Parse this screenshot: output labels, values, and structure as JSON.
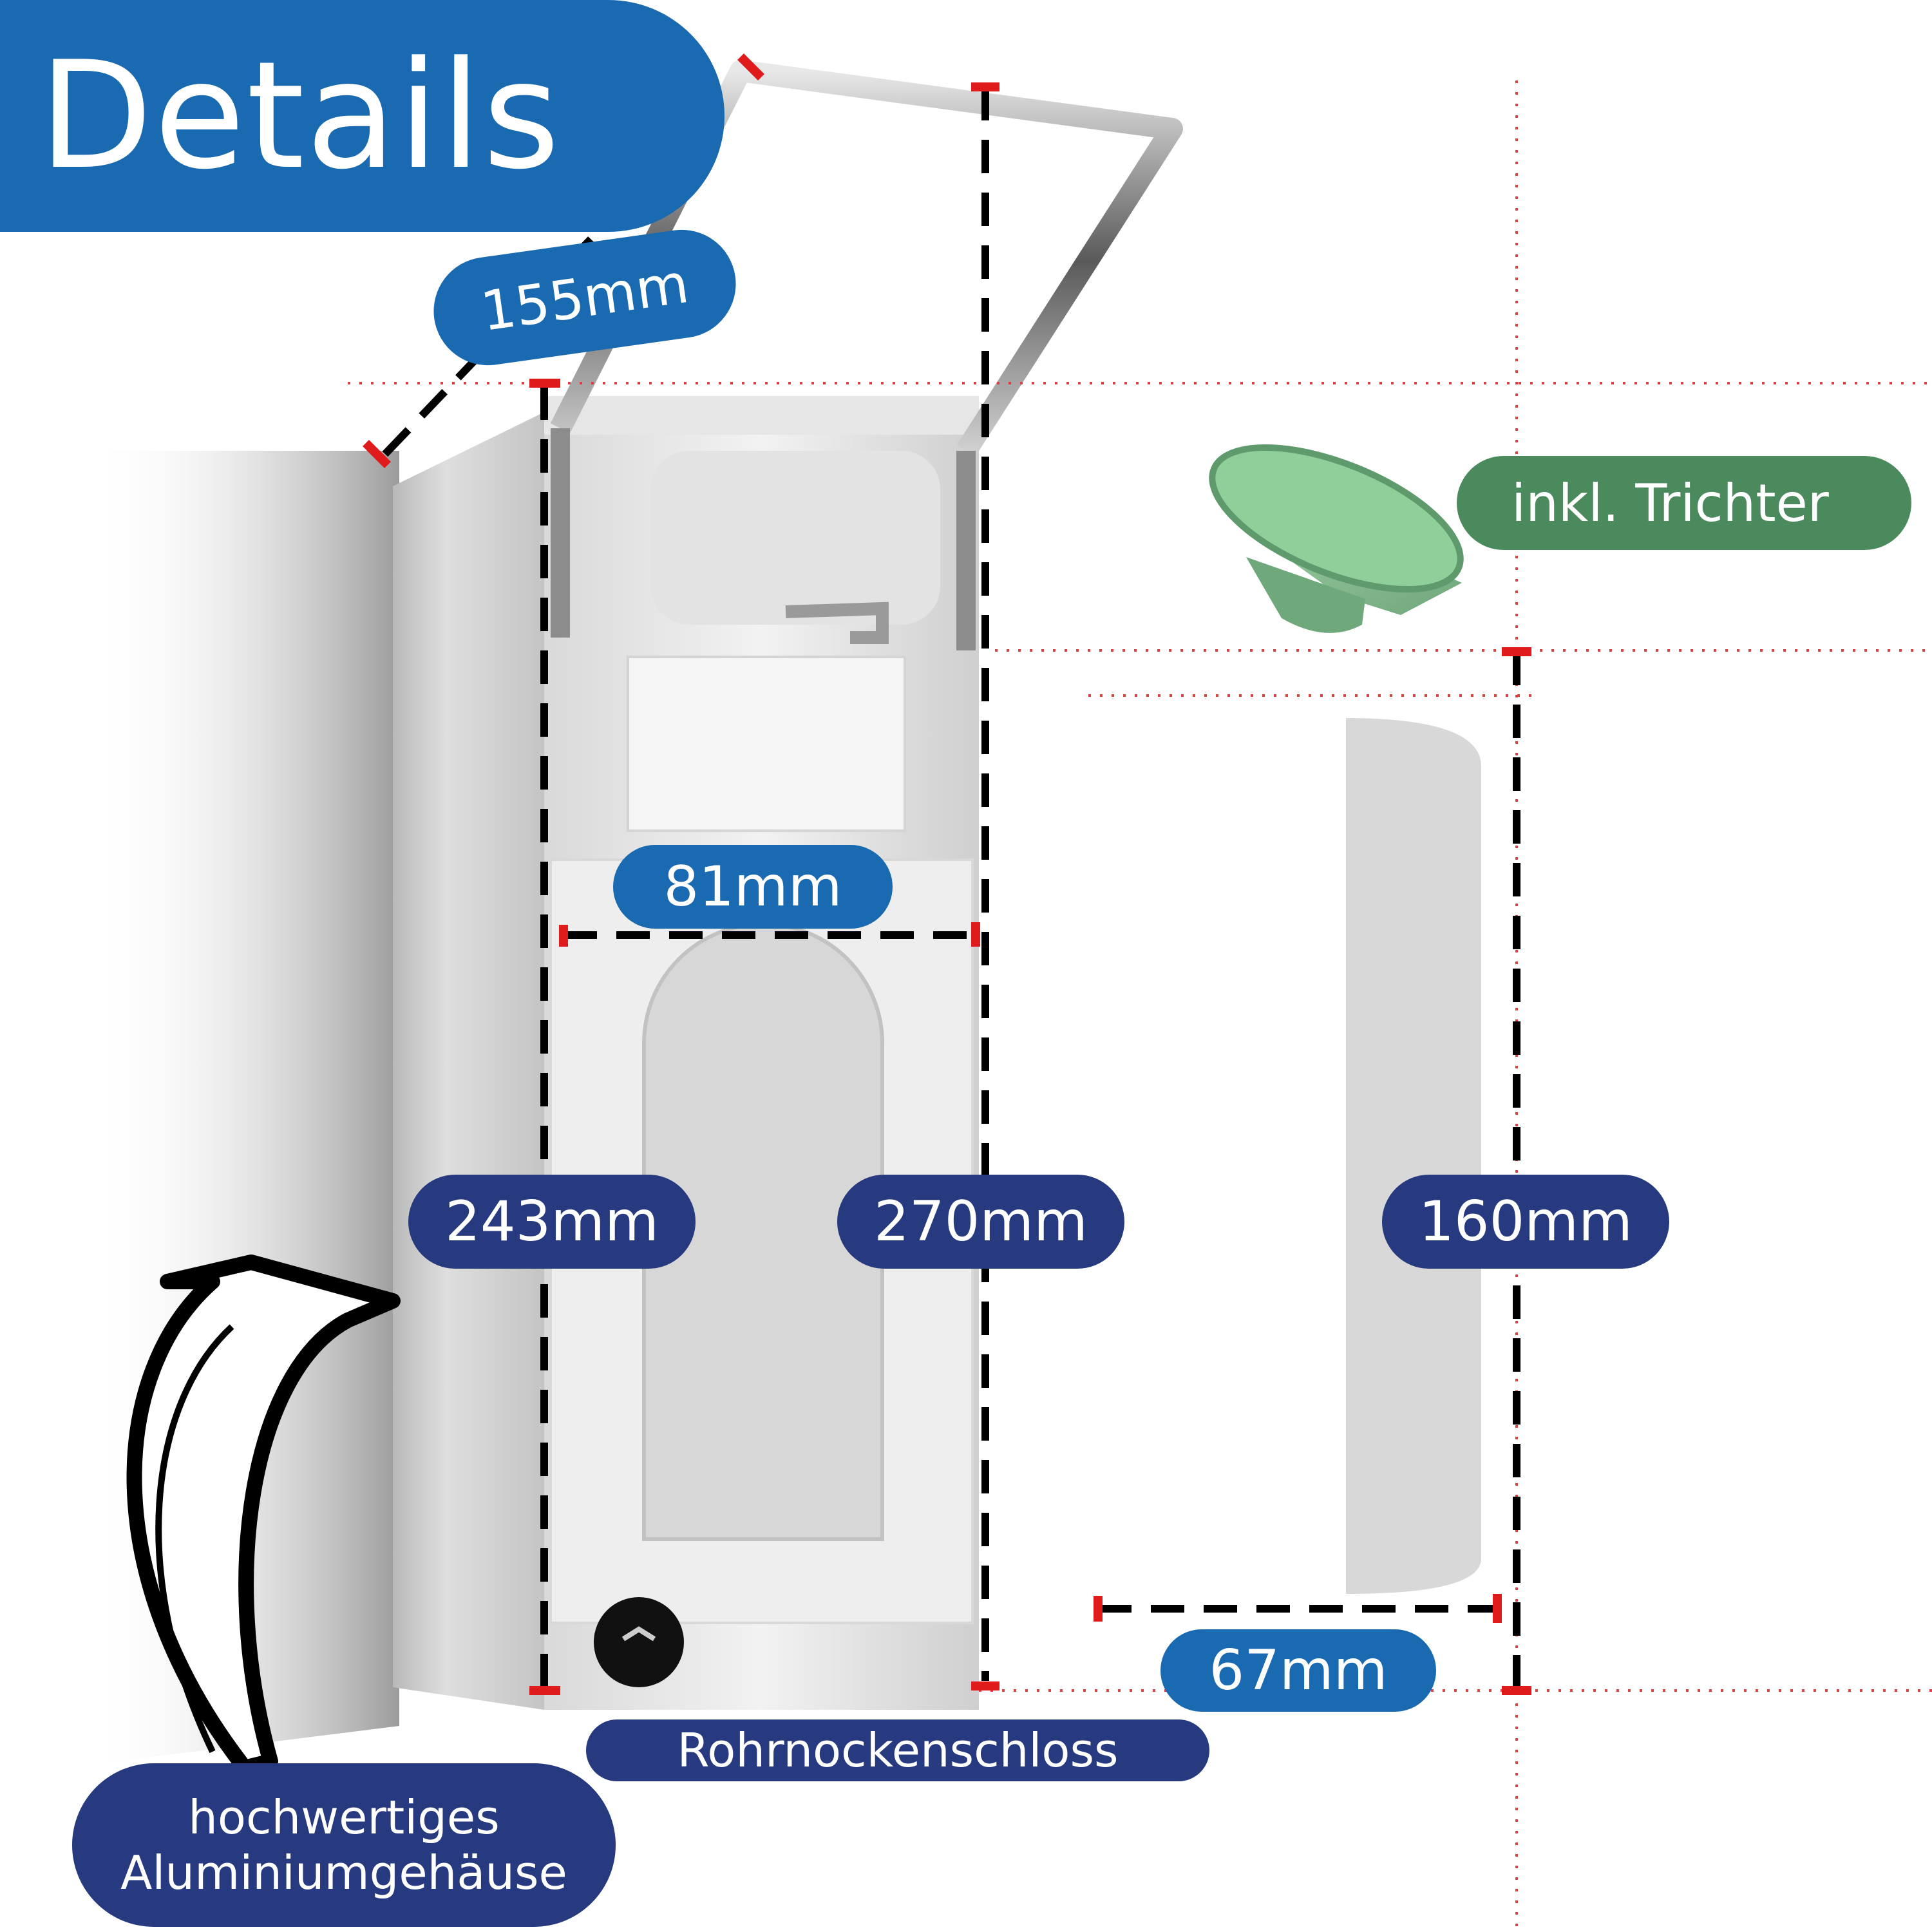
{
  "title": "Details",
  "dimensions": {
    "lever_depth": "155mm",
    "front_width": "81mm",
    "body_height": "243mm",
    "total_height": "270mm",
    "side_height": "160mm",
    "side_depth": "67mm"
  },
  "labels": {
    "funnel": "inkl. Trichter",
    "lock": "Rohrnockenschloss",
    "housing_line1": "hochwertiges",
    "housing_line2": "Aluminiumgehäuse"
  },
  "colors": {
    "pill_blue": "#1a6ab1",
    "pill_navy": "#273a80",
    "pill_green": "#4a8a5c",
    "marker_red": "#e01b1b",
    "guide_red": "#e04040"
  },
  "icons": [
    "curved-arrow-icon",
    "funnel-icon"
  ]
}
